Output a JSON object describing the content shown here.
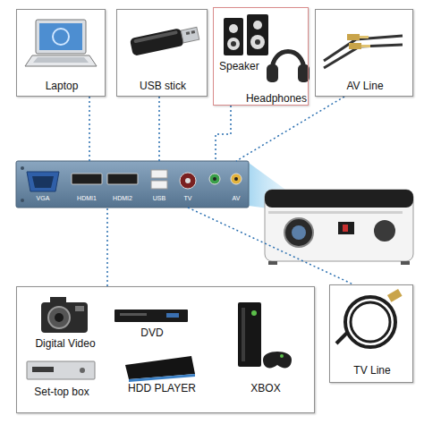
{
  "diagram": {
    "nodes": [
      {
        "text": [
          "Laptop"
        ]
      },
      {
        "text": [
          "USB stick"
        ]
      },
      {
        "text": [
          "Speaker",
          "Headphones"
        ]
      },
      {
        "text": [
          "AV Line"
        ]
      },
      {
        "text": [
          "VGA",
          "HDMI1",
          "HDMI2",
          "USB",
          "TV",
          "AV"
        ]
      },
      {
        "text": [
          "TV Line"
        ]
      },
      {
        "text": [
          "Digital Video",
          "DVD",
          "Set-top box",
          "HDD PLAYER",
          "XBOX"
        ]
      }
    ],
    "edges": [
      {
        "from": 0,
        "to": 4,
        "arrow": "none"
      },
      {
        "from": 1,
        "to": 4,
        "arrow": "none"
      },
      {
        "from": 2,
        "to": 4,
        "arrow": "none"
      },
      {
        "from": 3,
        "to": 4,
        "arrow": "none"
      },
      {
        "from": 4,
        "to": 5,
        "arrow": "none"
      },
      {
        "from": 6,
        "to": 4,
        "arrow": "none"
      }
    ]
  }
}
